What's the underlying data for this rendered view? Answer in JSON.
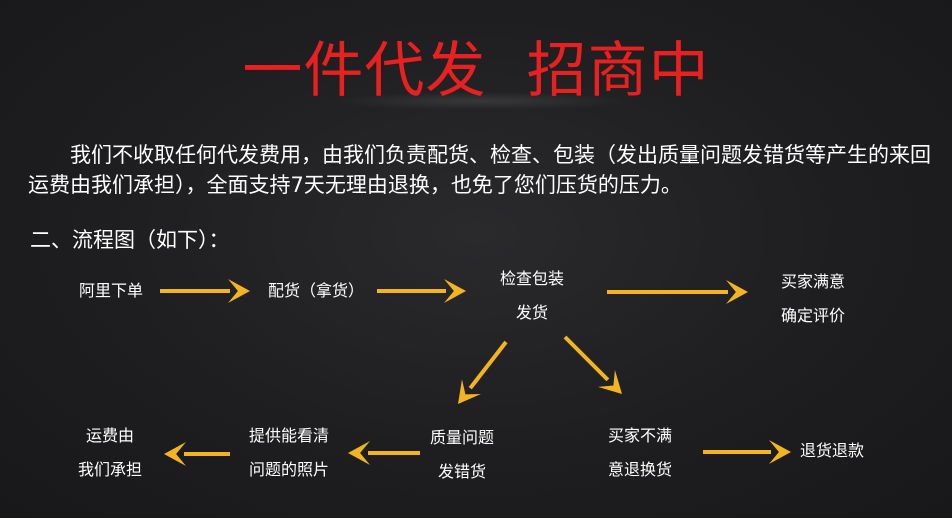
{
  "title": "一件代发  招商中",
  "intro": "我们不收取任何代发费用，由我们负责配货、检查、包装（发出质量问题发错货等产生的来回运费由我们承担），全面支持7天无理由退换，也免了您们压货的压力。",
  "section_title": "二、流程图（如下）：",
  "colors": {
    "title": "#e8201f",
    "arrow": "#f2b51f",
    "text": "#ffffff"
  },
  "flow": {
    "order": "阿里下单",
    "allocate": "配货（拿货）",
    "inspect_line1": "检查包装",
    "inspect_line2": "发货",
    "satisfied_line1": "买家满意",
    "satisfied_line2": "确定评价",
    "quality_line1": "质量问题",
    "quality_line2": "发错货",
    "unsatisfied_line1": "买家不满",
    "unsatisfied_line2": "意退换货",
    "photos_line1": "提供能看清",
    "photos_line2": "问题的照片",
    "shipping_line1": "运费由",
    "shipping_line2": "我们承担",
    "refund": "退货退款"
  }
}
